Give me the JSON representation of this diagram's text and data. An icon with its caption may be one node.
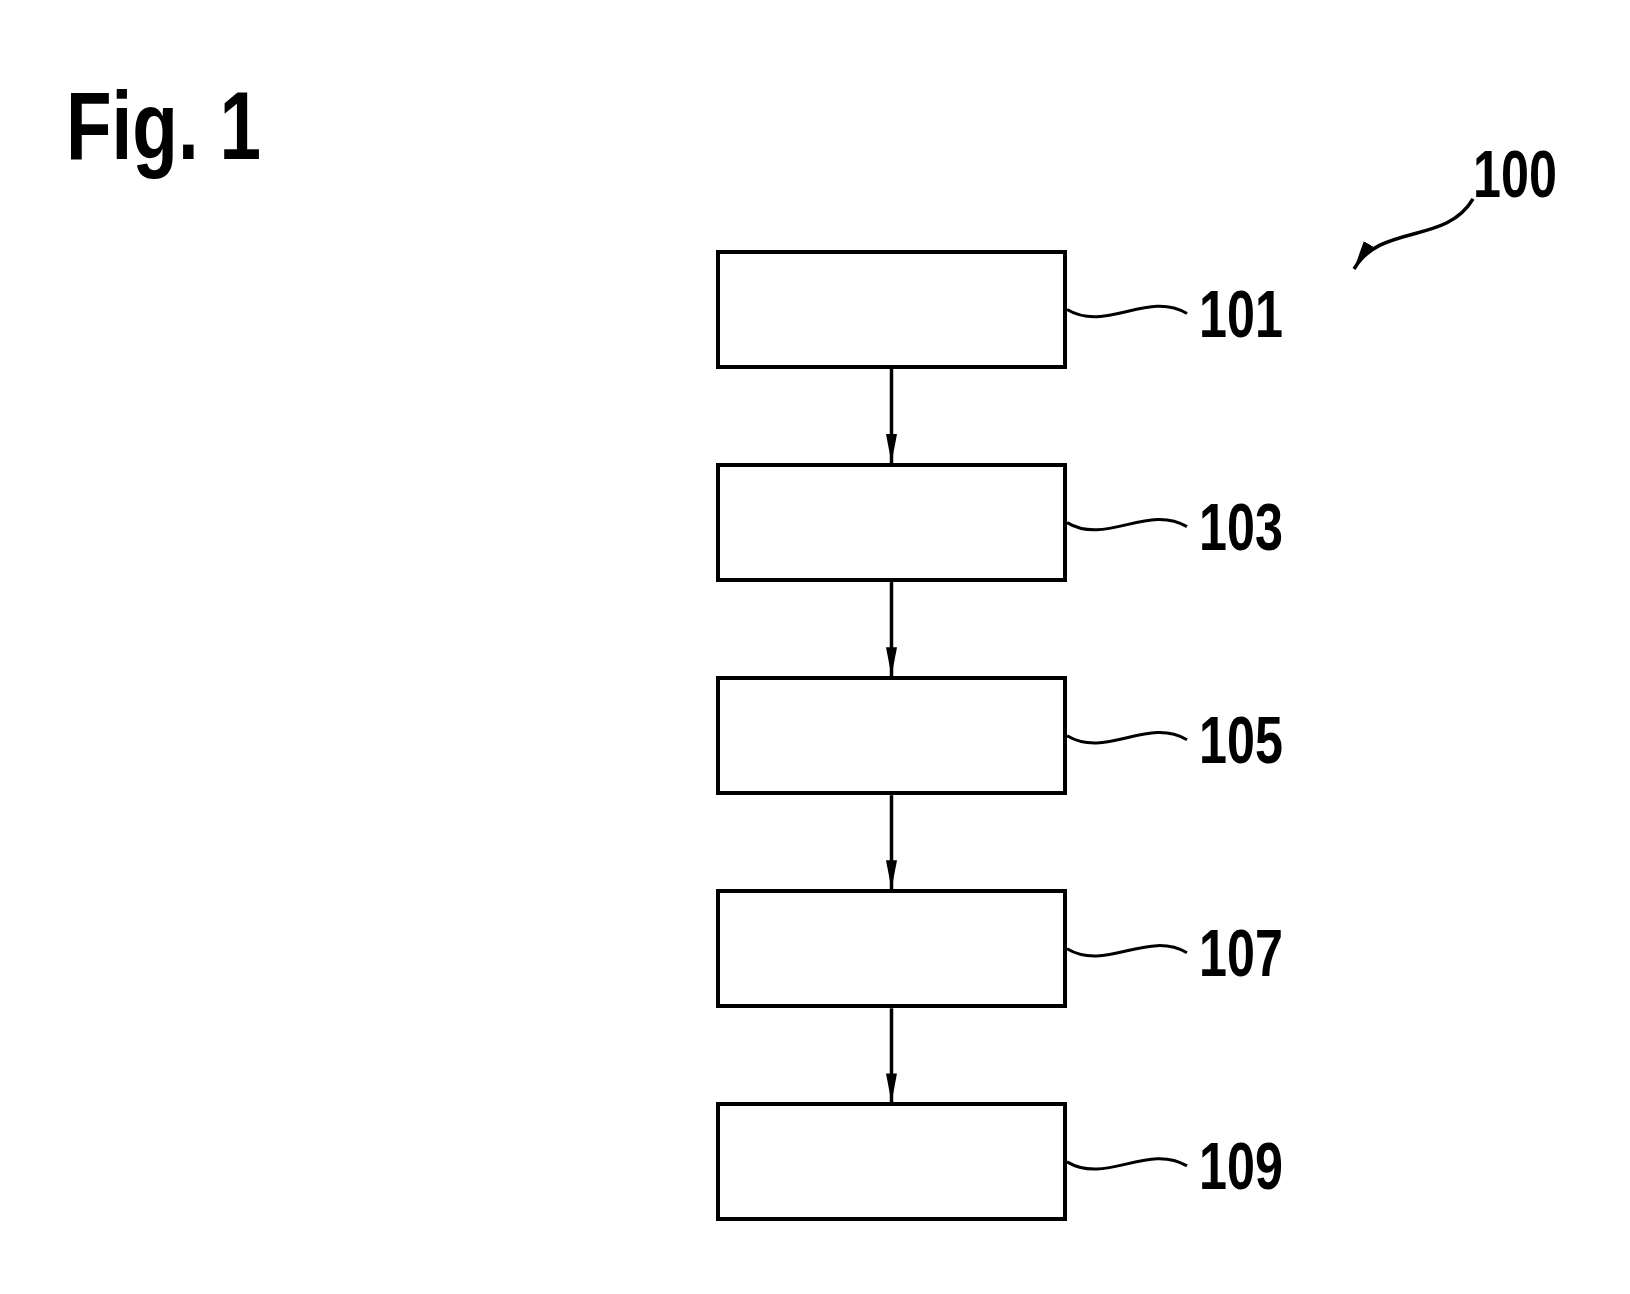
{
  "diagram": {
    "title": "Fig. 1",
    "nodes": [
      {
        "text": [],
        "shape": "box"
      },
      {
        "text": [],
        "shape": "box"
      },
      {
        "text": [],
        "shape": "box"
      },
      {
        "text": [],
        "shape": "box"
      },
      {
        "text": [],
        "shape": "box"
      },
      {
        "text": [
          "101"
        ]
      },
      {
        "text": [
          "103"
        ]
      },
      {
        "text": [
          "105"
        ]
      },
      {
        "text": [
          "107"
        ]
      },
      {
        "text": [
          "109"
        ]
      },
      {
        "text": [
          "100"
        ]
      }
    ],
    "edges": [
      {
        "from": 0,
        "to": 1,
        "arrow": "to"
      },
      {
        "from": 1,
        "to": 2,
        "arrow": "to"
      },
      {
        "from": 2,
        "to": 3,
        "arrow": "to"
      },
      {
        "from": 3,
        "to": 4,
        "arrow": "to"
      },
      {
        "from": 5,
        "to": 0,
        "arrow": "none"
      },
      {
        "from": 6,
        "to": 1,
        "arrow": "none"
      },
      {
        "from": 7,
        "to": 2,
        "arrow": "none"
      },
      {
        "from": 8,
        "to": 3,
        "arrow": "none"
      },
      {
        "from": 9,
        "to": 4,
        "arrow": "none"
      },
      {
        "from": 10,
        "to": null,
        "arrow": "to"
      }
    ]
  }
}
